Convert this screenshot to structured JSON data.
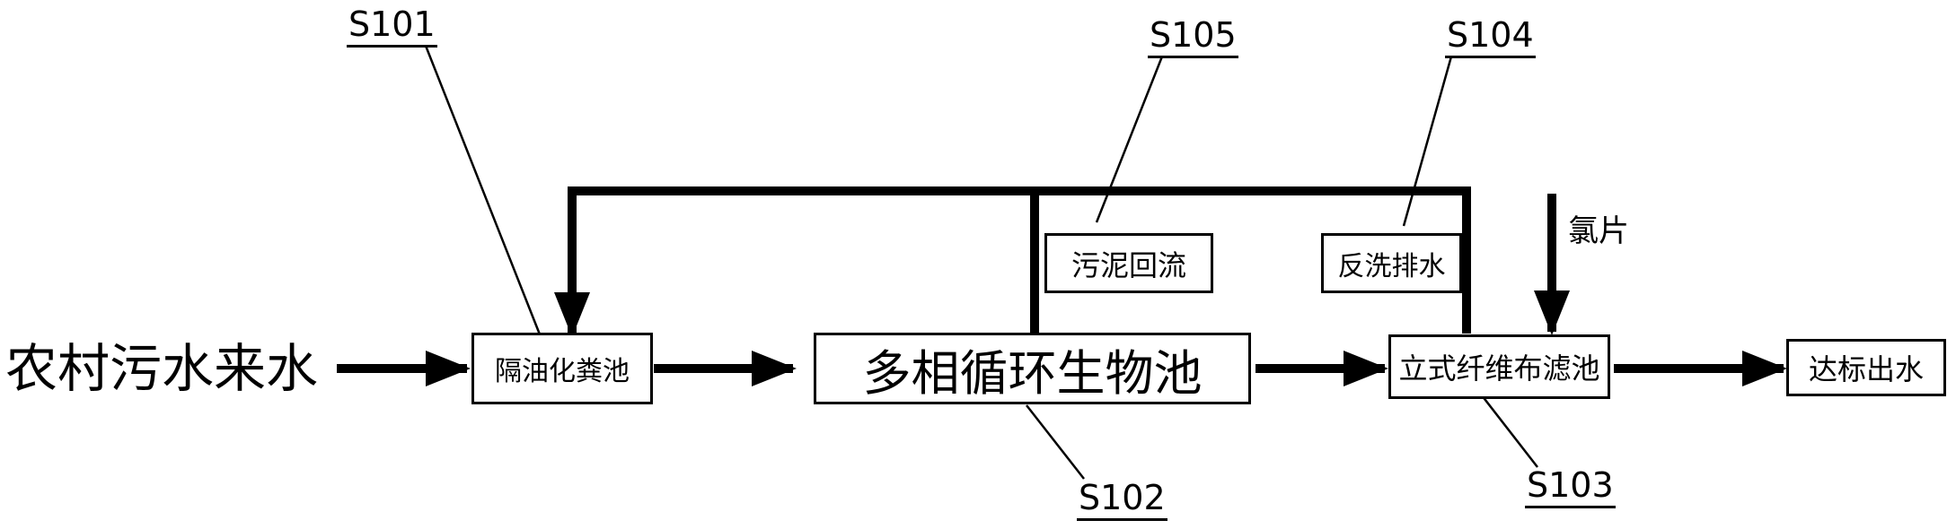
{
  "nodes": {
    "source": "农村污水来水",
    "septic_tank": "隔油化粪池",
    "bio_tank": "多相循环生物池",
    "fiber_filter": "立式纤维布滤池",
    "effluent": "达标出水"
  },
  "flow_labels": {
    "sludge_return": "污泥回流",
    "backwash_drain": "反洗排水",
    "chlorine_tablet": "氯片"
  },
  "refs": {
    "s101": "S101",
    "s102": "S102",
    "s103": "S103",
    "s104": "S104",
    "s105": "S105"
  }
}
